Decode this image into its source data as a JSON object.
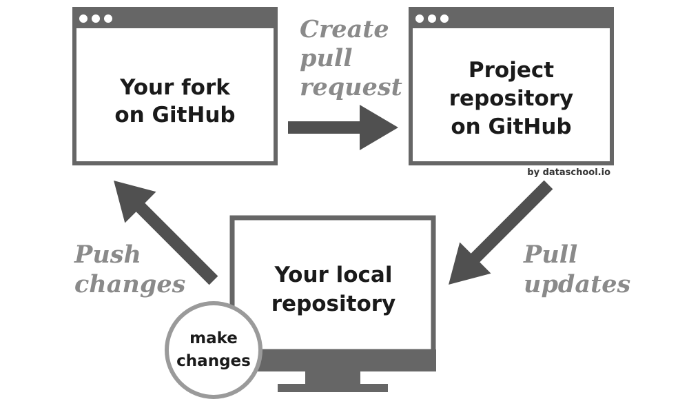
{
  "nodes": {
    "fork": {
      "lines": [
        "Your fork",
        "on GitHub"
      ]
    },
    "project": {
      "lines": [
        "Project",
        "repository",
        "on GitHub"
      ]
    },
    "local": {
      "lines": [
        "Your local",
        "repository"
      ]
    }
  },
  "edges": {
    "create_pr": {
      "lines": [
        "Create",
        "pull",
        "request"
      ]
    },
    "push": {
      "lines": [
        "Push",
        "changes"
      ]
    },
    "pull": {
      "lines": [
        "Pull",
        "updates"
      ]
    }
  },
  "badge": {
    "lines": [
      "make",
      "changes"
    ]
  },
  "credit": "by dataschool.io",
  "colors": {
    "frame": "#666666",
    "arrow": "#505050",
    "edge_text": "#8a8a8a",
    "node_text": "#1a1a1a",
    "circle_border": "#9a9a9a"
  }
}
